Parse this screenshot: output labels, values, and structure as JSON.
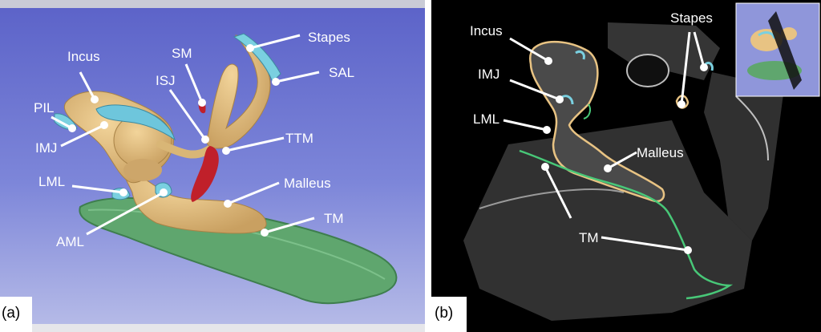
{
  "panel_a": {
    "tag": "(a)",
    "labels": {
      "incus": "Incus",
      "pil": "PIL",
      "imj": "IMJ",
      "lml": "LML",
      "aml": "AML",
      "sm": "SM",
      "isj": "ISJ",
      "stapes": "Stapes",
      "sal": "SAL",
      "ttm": "TTM",
      "malleus": "Malleus",
      "tm": "TM"
    }
  },
  "panel_b": {
    "tag": "(b)",
    "labels": {
      "incus": "Incus",
      "imj": "IMJ",
      "lml": "LML",
      "stapes": "Stapes",
      "malleus": "Malleus",
      "tm": "TM"
    }
  },
  "colors": {
    "background_a": "#7a82d8",
    "bone": "#e8c383",
    "ligament": "#7ad0e0",
    "muscle": "#c0202a",
    "membrane": "#5fa66e",
    "ct_background": "#000000",
    "contour_bone": "#e8c383",
    "contour_tm": "#48c878"
  }
}
